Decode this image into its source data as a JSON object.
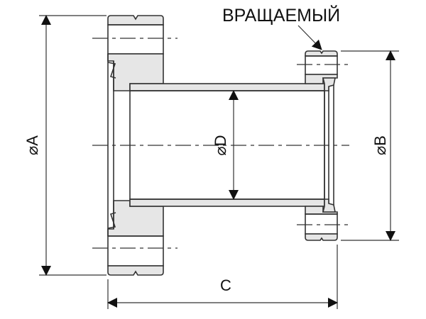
{
  "annotation": {
    "text": "ВРАЩАЕМЫЙ"
  },
  "dimensions": {
    "a": "⌀A",
    "b": "⌀B",
    "c": "C",
    "d": "⌀D"
  },
  "colors": {
    "fill": "#e6e6e6",
    "line": "#333333"
  }
}
